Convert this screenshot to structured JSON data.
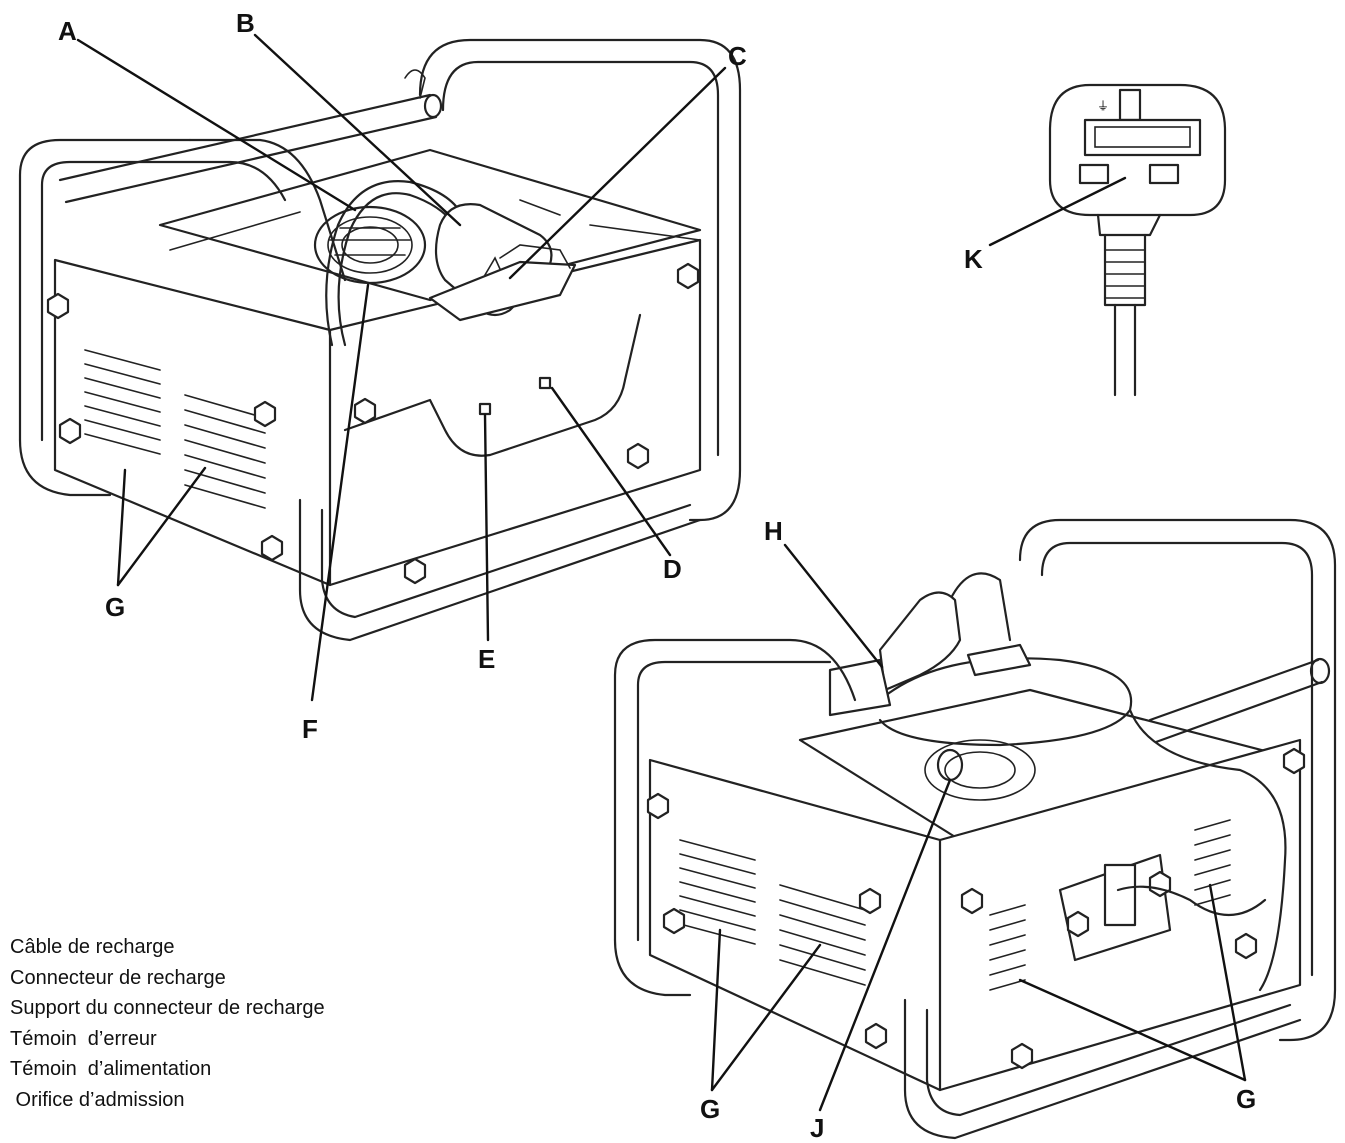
{
  "callouts": {
    "A": "A",
    "B": "B",
    "C": "C",
    "D": "D",
    "E": "E",
    "F": "F",
    "G": "G",
    "H": "H",
    "J": "J",
    "K": "K"
  },
  "legend": [
    "Câble de recharge",
    "Connecteur de recharge",
    "Support du connecteur de recharge",
    "Témoin  d’erreur",
    "Témoin  d’alimentation",
    " Orifice d’admission"
  ]
}
